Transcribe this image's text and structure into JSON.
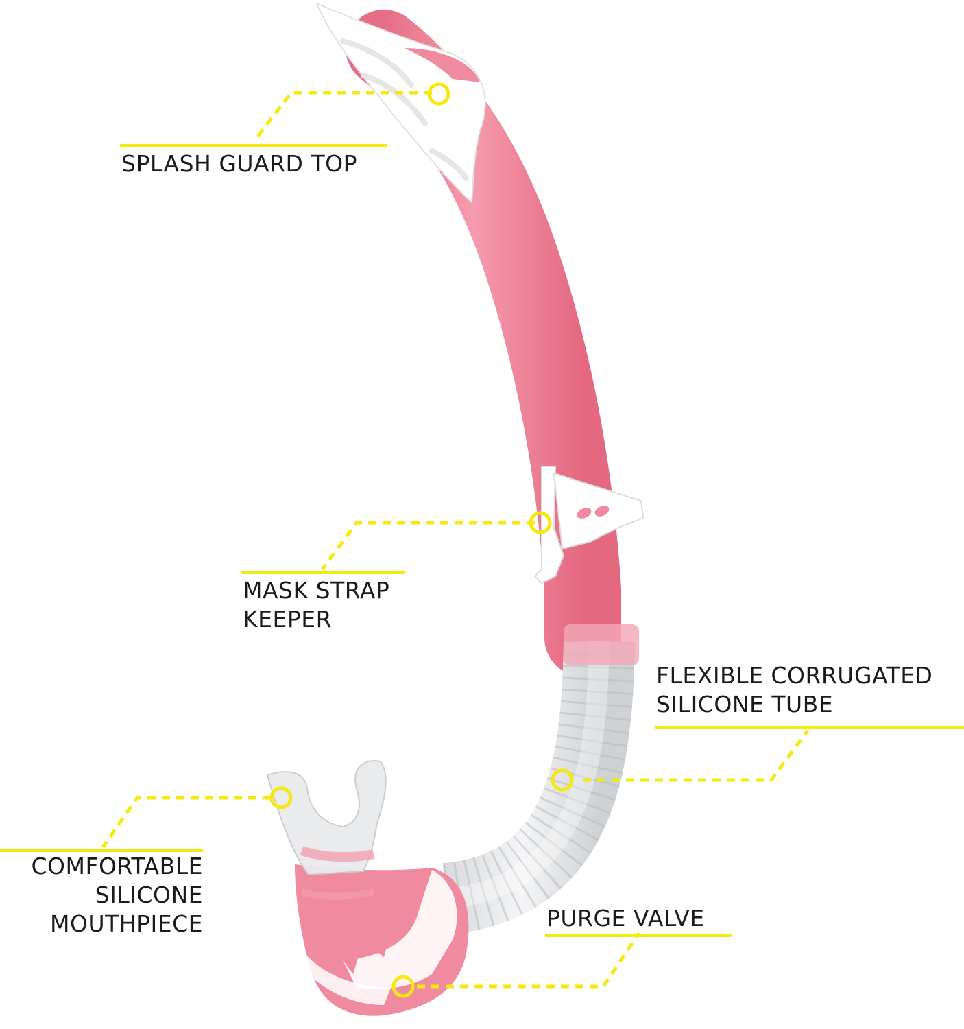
{
  "colors": {
    "accent": "#f5e90f",
    "body_pink": "#f08a9e",
    "trim_white": "#ffffff",
    "clear_tube": "#e6e8ea",
    "text": "#1a1a1a"
  },
  "callouts": {
    "splash_guard": {
      "text": "SPLASH GUARD TOP"
    },
    "mask_strap": {
      "line1": "MASK STRAP",
      "line2": "KEEPER"
    },
    "corrugated_tube": {
      "line1": "FLEXIBLE CORRUGATED",
      "line2": "SILICONE TUBE"
    },
    "mouthpiece": {
      "line1": "COMFORTABLE",
      "line2": "SILICONE",
      "line3": "MOUTHPIECE"
    },
    "purge_valve": {
      "text": "PURGE VALVE"
    }
  }
}
